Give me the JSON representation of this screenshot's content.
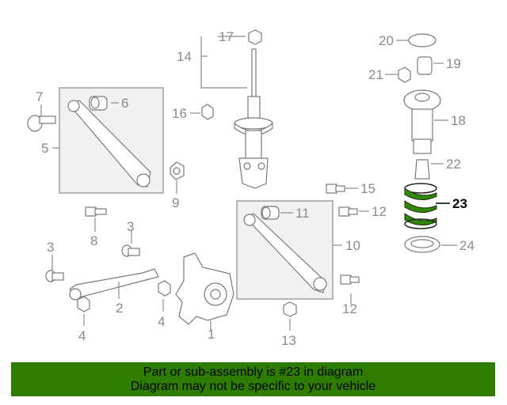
{
  "callouts": {
    "n1": "1",
    "n2": "2",
    "n3a": "3",
    "n3b": "3",
    "n4a": "4",
    "n4b": "4",
    "n5": "5",
    "n6": "6",
    "n7": "7",
    "n8": "8",
    "n9": "9",
    "n10": "10",
    "n11": "11",
    "n12a": "12",
    "n12b": "12",
    "n13": "13",
    "n14": "14",
    "n15": "15",
    "n16": "16",
    "n17": "17",
    "n18": "18",
    "n19": "19",
    "n20": "20",
    "n21": "21",
    "n22": "22",
    "n23": "23",
    "n24": "24"
  },
  "highlight": {
    "part_number": "23",
    "color": "#2e8b00"
  },
  "banner": {
    "line1": "Part or sub-assembly is #23 in diagram",
    "line2": "Diagram may not be specific to your vehicle",
    "color": "#2e7d00"
  }
}
